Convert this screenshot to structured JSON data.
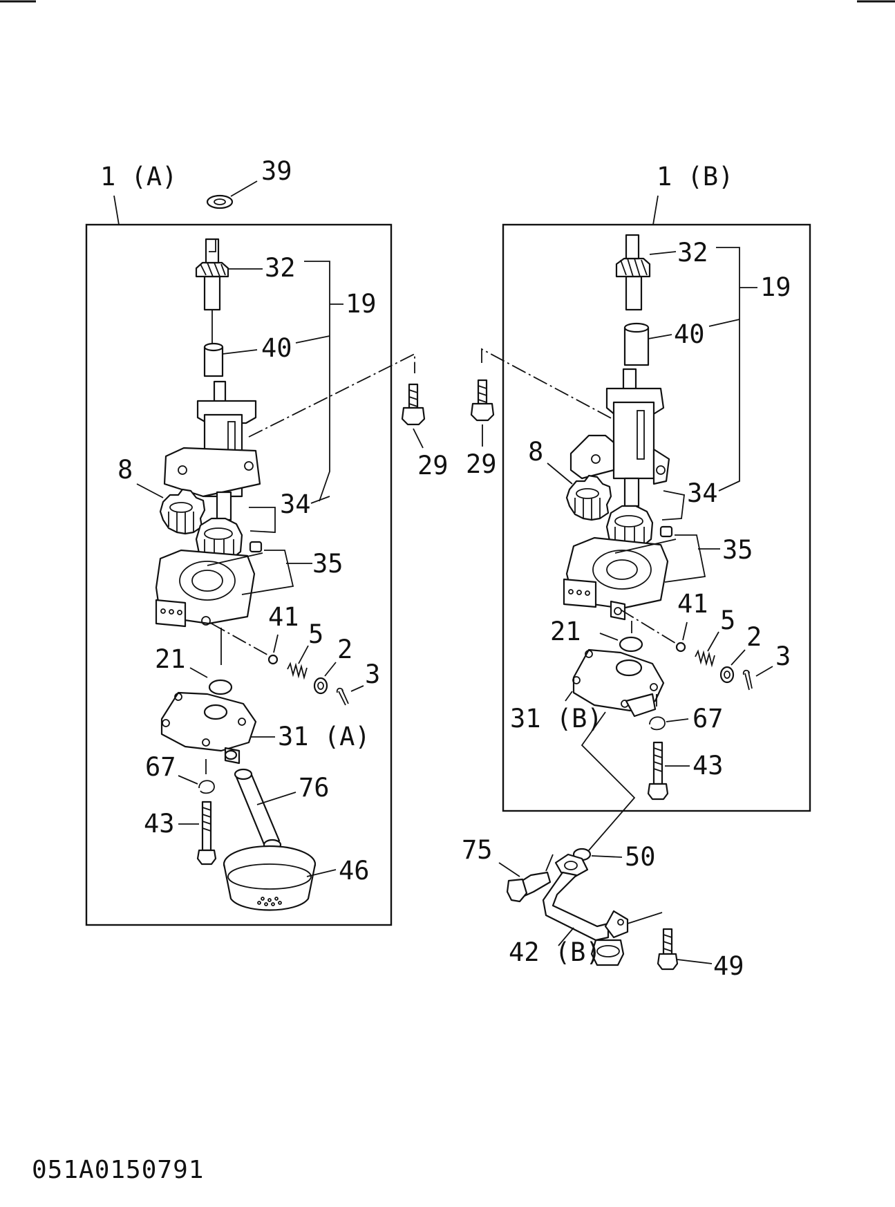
{
  "drawing": {
    "document_code": "051A0150791",
    "assemblies": [
      {
        "id": "A",
        "label": "1 (A)"
      },
      {
        "id": "B",
        "label": "1 (B)"
      }
    ],
    "callouts_A": {
      "c39": "39",
      "c32": "32",
      "c19": "19",
      "c40": "40",
      "c8": "8",
      "c34": "34",
      "c35": "35",
      "c41": "41",
      "c5": "5",
      "c21": "21",
      "c2": "2",
      "c3": "3",
      "c31": "31 (A)",
      "c67": "67",
      "c76": "76",
      "c43": "43",
      "c46": "46"
    },
    "callouts_mid": {
      "c29a": "29",
      "c29b": "29"
    },
    "callouts_B": {
      "c32": "32",
      "c19": "19",
      "c40": "40",
      "c8": "8",
      "c34": "34",
      "c35": "35",
      "c41": "41",
      "c5": "5",
      "c21": "21",
      "c2": "2",
      "c3": "3",
      "c31": "31 (B)",
      "c67": "67",
      "c43": "43"
    },
    "callouts_pipe": {
      "c75": "75",
      "c50": "50",
      "c42": "42 (B)",
      "c49": "49"
    }
  }
}
